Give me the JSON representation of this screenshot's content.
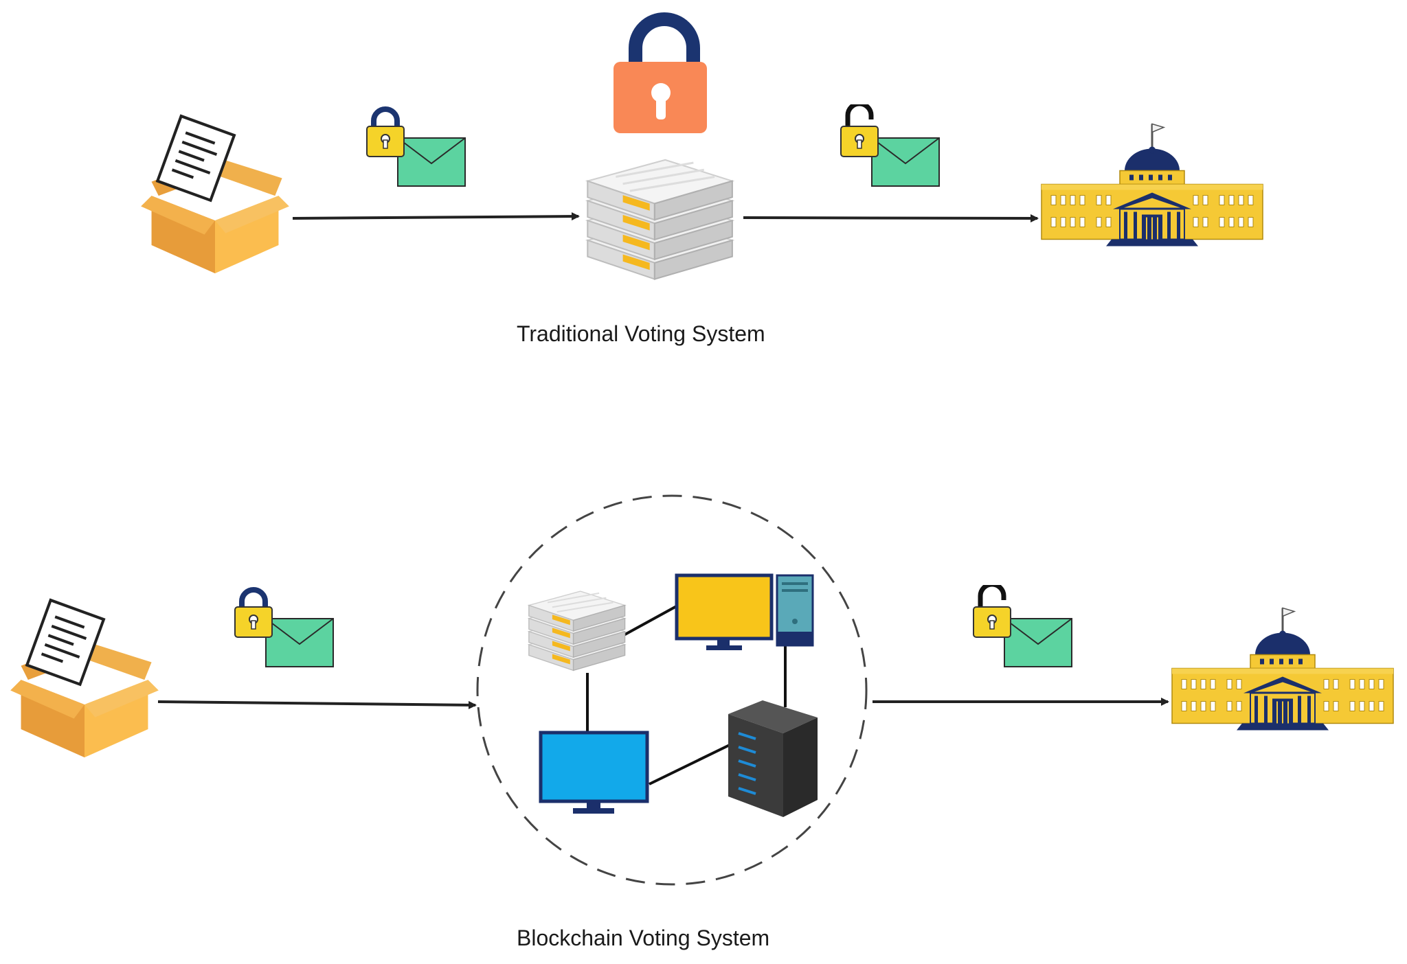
{
  "diagram": {
    "traditional": {
      "caption": "Traditional Voting System",
      "nodes": [
        "ballot-box",
        "encrypted-ballot",
        "central-server",
        "decrypted-ballot",
        "government-building"
      ]
    },
    "blockchain": {
      "caption": "Blockchain Voting System",
      "nodes": [
        "ballot-box",
        "encrypted-ballot",
        "peer-network",
        "decrypted-ballot",
        "government-building"
      ]
    }
  },
  "colors": {
    "box": "#f2b54a",
    "box_dark": "#e09a37",
    "lock_body": "#f5d328",
    "lock_shackle": "#1b3470",
    "envelope": "#5dd3a2",
    "big_lock": "#f98856",
    "server": "#e7e7e7",
    "server_stripe": "#f5b81f",
    "building": "#f5c935",
    "dome": "#1b2f6b",
    "monitor_yellow": "#f8c51a",
    "monitor_blue": "#12a9ea",
    "tower_teal": "#5aa9b8",
    "tower_dark": "#3b3b3b",
    "arrow": "#222222"
  }
}
